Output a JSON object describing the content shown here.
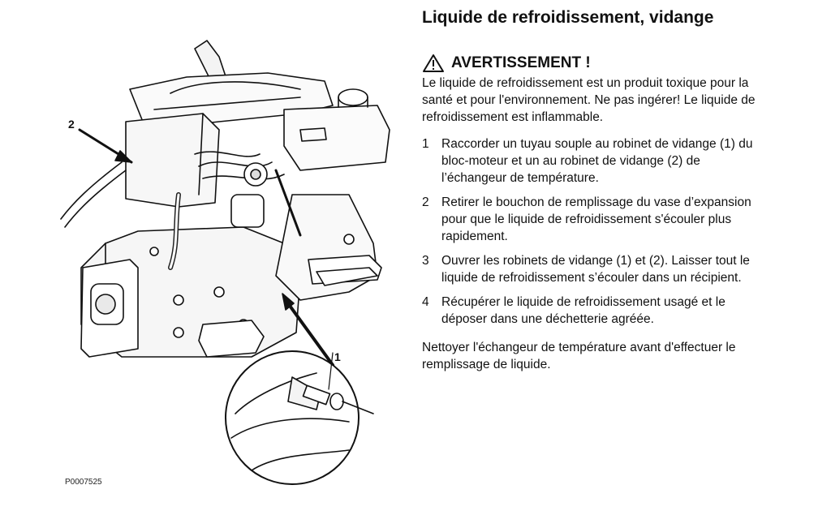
{
  "figure": {
    "code": "P0007525",
    "callouts": [
      "2",
      "1"
    ],
    "description_icon": "engine-illustration"
  },
  "heading": {
    "title": "Liquide de refroidissement, vidange"
  },
  "warning": {
    "icon": "warning-triangle-icon",
    "title": "AVERTISSEMENT !",
    "text": "Le liquide de refroidissement est un produit toxique pour la santé et pour l'environnement. Ne pas ingérer! Le liquide de refroidissement est inflammable."
  },
  "steps": [
    {
      "num": "1",
      "text": "Raccorder un tuyau souple au robinet de vidange (1) du bloc-moteur et un au robinet de vidange (2) de l’échangeur de température."
    },
    {
      "num": "2",
      "text": "Retirer le bouchon de remplissage du vase d’expansion pour que le liquide de refroidissement s'écouler plus rapidement."
    },
    {
      "num": "3",
      "text": "Ouvrer les robinets de vidange (1) et (2). Laisser tout le liquide de refroidissement s’écouler dans un récipient."
    },
    {
      "num": "4",
      "text": "Récupérer le liquide de refroidissement usagé et le déposer dans une déchetterie agréée."
    }
  ],
  "final_note": "Nettoyer l'échangeur de température avant d'effectuer le remplissage de liquide."
}
